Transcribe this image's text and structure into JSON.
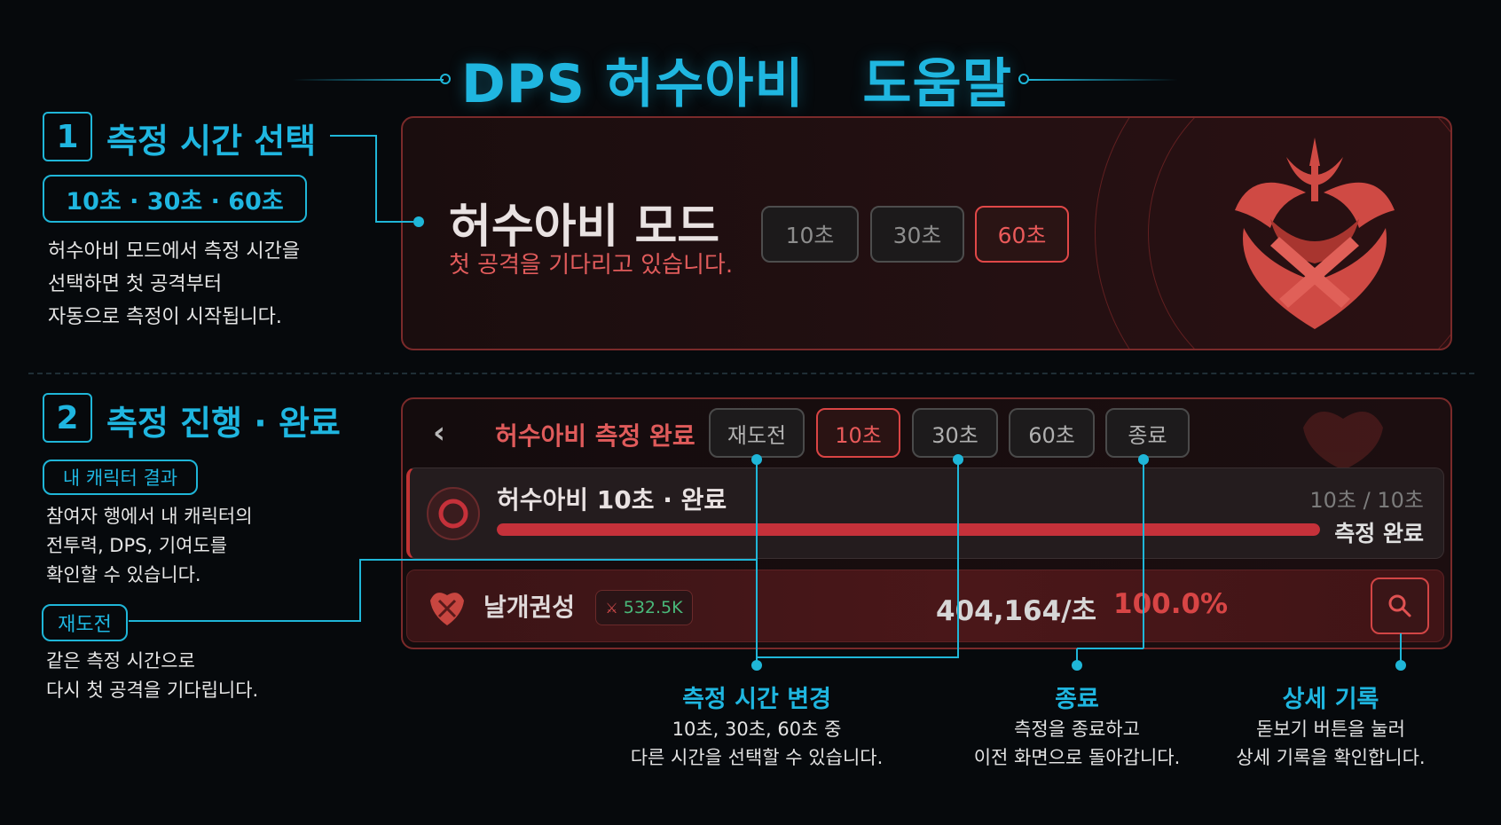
{
  "page_title": "DPS 허수아비   도움말",
  "section1": {
    "number": "1",
    "title": "측정 시간 선택",
    "pill": "10초 · 30초 · 60초",
    "desc": [
      "허수아비 모드에서 측정 시간을",
      "선택하면 첫 공격부터",
      "자동으로 측정이 시작됩니다."
    ]
  },
  "section2": {
    "number": "2",
    "title": "측정 진행 · 완료",
    "pill_result": "내 캐릭터 결과",
    "desc_result": [
      "참여자 행에서 내 캐릭터의",
      "전투력, DPS, 기여도를",
      "확인할 수 있습니다."
    ],
    "pill_retry": "재도전",
    "desc_retry": [
      "같은 측정 시간으로",
      "다시 첫 공격을 기다립니다."
    ]
  },
  "mode_panel": {
    "title": "허수아비 모드",
    "subtitle": "첫 공격을 기다리고 있습니다.",
    "buttons": [
      "10초",
      "30초",
      "60초"
    ],
    "selected": "60초"
  },
  "result_panel": {
    "title": "허수아비 측정 완료",
    "buttons": [
      "재도전",
      "10초",
      "30초",
      "60초",
      "종료"
    ],
    "selected": "10초",
    "progress": {
      "title": "허수아비 10초 · 완료",
      "count": "10초 / 10초",
      "status": "측정 완료",
      "fraction": 1.0
    },
    "participant": {
      "name": "날개권성",
      "power": "532.5K",
      "dps": "404,164/초",
      "share": "100.0%"
    }
  },
  "callouts": {
    "time_change": {
      "title": "측정 시간 변경",
      "desc": [
        "10초, 30초, 60초 중",
        "다른 시간을 선택할 수 있습니다."
      ]
    },
    "exit": {
      "title": "종료",
      "desc": [
        "측정을 종료하고",
        "이전 화면으로 돌아갑니다."
      ]
    },
    "detail": {
      "title": "상세 기록",
      "desc": [
        "돋보기 버튼을 눌러",
        "상세 기록을 확인합니다."
      ]
    }
  },
  "colors": {
    "accent_cyan": "#1fb6e0",
    "accent_red": "#e04848",
    "background": "#06090c"
  },
  "icons": [
    "emblem-icon",
    "chevron-left-icon",
    "record-icon",
    "guild-emblem-icon",
    "sword-icon",
    "search-icon"
  ]
}
